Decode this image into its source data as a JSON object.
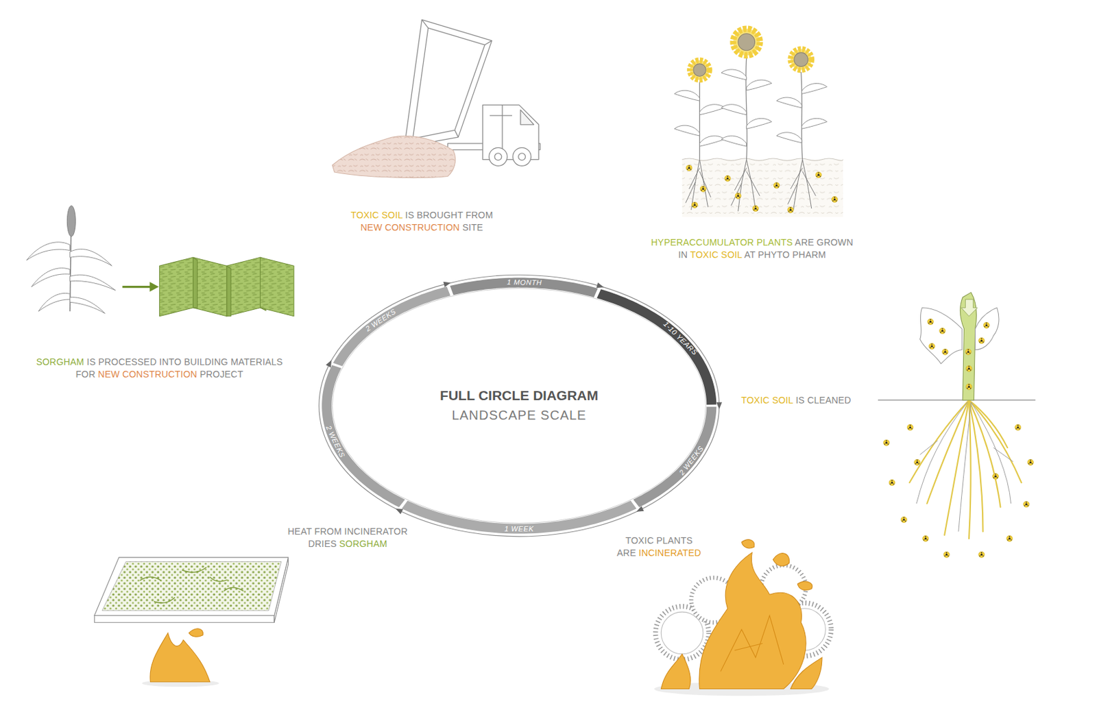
{
  "diagram": {
    "title": "FULL CIRCLE DIAGRAM",
    "labels": [
      "LANDSCAPE SCALE",
      "TOXIC SOIL IS BROUGHT FROM NEW CONSTRUCTION SITE",
      "HYPERACCUMULATOR PLANTS ARE GROWN IN TOXIC SOIL AT PHYTO PHARM",
      "TOXIC SOIL IS CLEANED",
      "TOXIC PLANTS ARE INCINERATED",
      "HEAT FROM INCINERATOR DRIES SORGHAM",
      "SORGHAM IS PROCESSED INTO BUILDING MATERIALS FOR NEW CONSTRUCTION PROJECT",
      "1 MONTH",
      "1-10 YEARS",
      "2 WEEKS",
      "1 WEEK",
      "2 WEEKS",
      "2 WEEKS"
    ]
  }
}
